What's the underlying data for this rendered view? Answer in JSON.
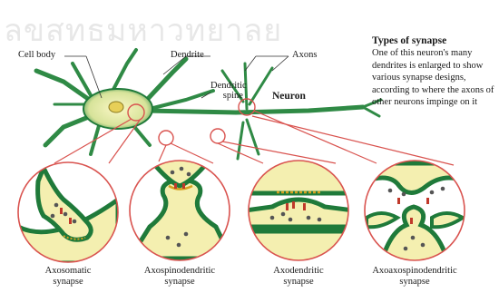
{
  "watermark": "ลขสทธมหาวทยาลย",
  "labels": {
    "cell_body": "Cell body",
    "dendrite": "Dendrite",
    "axons": "Axons",
    "dendritic_spine_line1": "Dendritic",
    "dendritic_spine_line2": "spine",
    "neuron": "Neuron"
  },
  "types": {
    "title": "Types of synapse",
    "description": "One of this neuron's many dendrites is enlarged to show various synapse designs, according to where the axons of other neurons impinge on it"
  },
  "synapses": [
    {
      "line1": "Axosomatic",
      "line2": "synapse"
    },
    {
      "line1": "Axospinodendritic",
      "line2": "synapse"
    },
    {
      "line1": "Axodendritic",
      "line2": "synapse"
    },
    {
      "line1": "Axoaxospinodendritic",
      "line2": "synapse"
    }
  ],
  "colors": {
    "membrane": "#1f7a3a",
    "cytoplasm": "#f4efb0",
    "callout": "#d9534f",
    "vesicle": "#555555"
  }
}
